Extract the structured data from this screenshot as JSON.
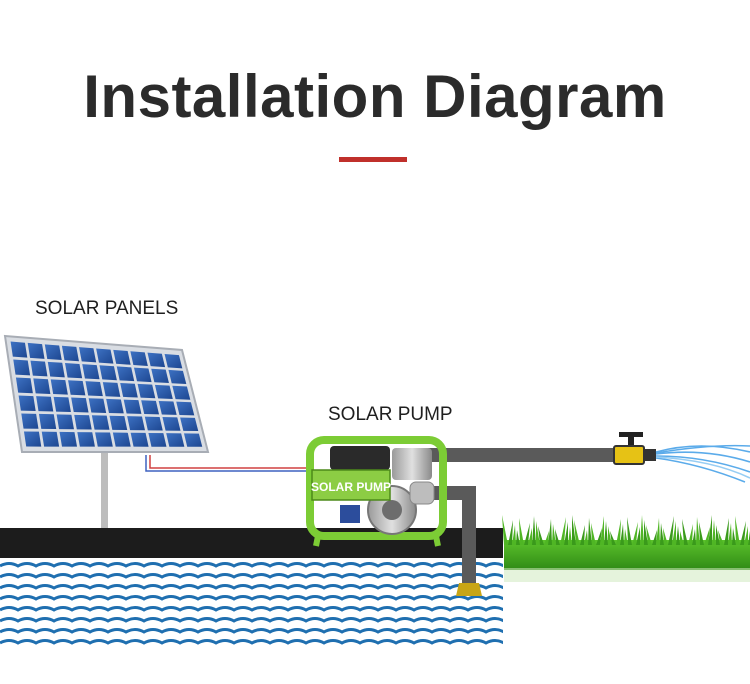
{
  "title": "Installation Diagram",
  "labels": {
    "solar_panels": "SOLAR PANELS",
    "solar_pump": "SOLAR PUMP",
    "pump_brand": "SOLAR PUMP"
  },
  "colors": {
    "title": "#2b2b2b",
    "accent_underline": "#c0302b",
    "ground": "#1c1c1c",
    "water_wave": "#1f6fb0",
    "pump_frame": "#7ccc35",
    "pipe": "#555555",
    "valve": "#e6c215",
    "grass": "#3f9e1e",
    "solar_cell": "#2b5aa8"
  }
}
